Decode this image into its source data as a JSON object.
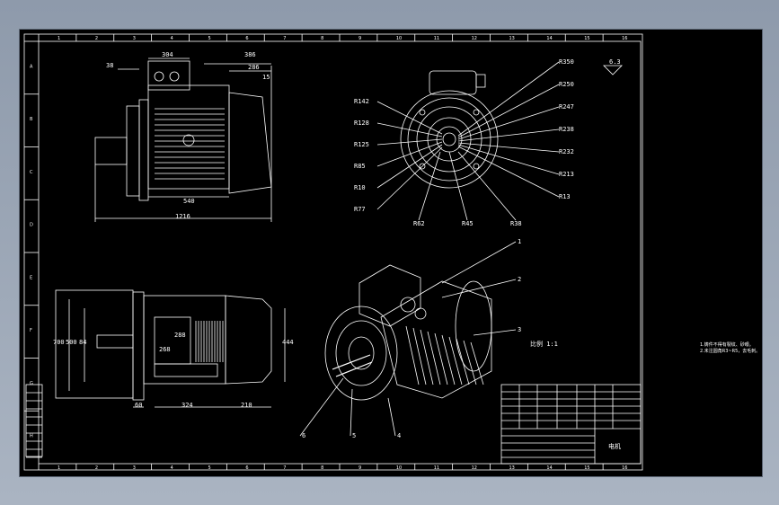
{
  "drawing": {
    "top_view": {
      "dims": [
        "304",
        "38",
        "386",
        "286",
        "15",
        "540",
        "1216"
      ]
    },
    "side_view": {
      "dims": [
        "700",
        "500",
        "84",
        "288",
        "268",
        "444",
        "60",
        "324",
        "210"
      ]
    },
    "end_view": {
      "roughness": "6.3",
      "left_labels": [
        "R142",
        "R128",
        "R125",
        "R85",
        "R10",
        "R77"
      ],
      "bottom_labels": [
        "R62",
        "R45",
        "R38"
      ],
      "right_labels": [
        "R350",
        "R250",
        "R247",
        "R238",
        "R232",
        "R213",
        "R13"
      ]
    },
    "iso_view": {
      "part_numbers": [
        "1",
        "2",
        "3",
        "4",
        "5",
        "6"
      ],
      "scale_note": "比例 1:1"
    },
    "grid": {
      "columns": [
        "1",
        "2",
        "3",
        "4",
        "5",
        "6",
        "7",
        "8",
        "9",
        "10",
        "11",
        "12",
        "13",
        "14",
        "15",
        "16"
      ],
      "rows": [
        "A",
        "B",
        "C",
        "D",
        "E",
        "F",
        "G",
        "H"
      ]
    },
    "title_block": {
      "name": "电机"
    },
    "notes": [
      "1.铸件不得有裂纹、砂眼。",
      "2.未注圆角R3~R5，去毛刺。"
    ]
  }
}
